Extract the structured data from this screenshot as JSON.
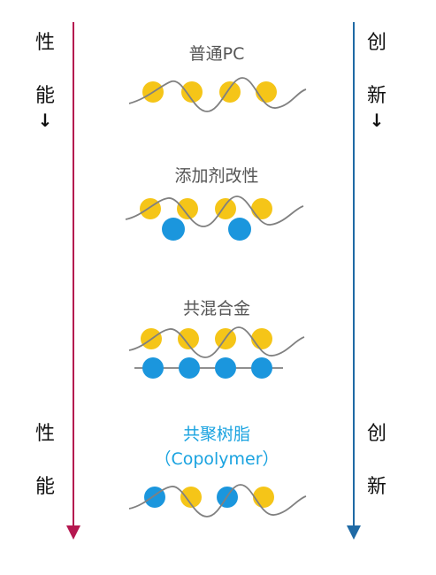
{
  "left_axis": {
    "top_label_1": "性",
    "top_label_2": "能",
    "top_arrow": "↓",
    "bottom_label_1": "性",
    "bottom_label_2": "能"
  },
  "right_axis": {
    "top_label_1": "创",
    "top_label_2": "新",
    "top_arrow": "↓",
    "bottom_label_1": "创",
    "bottom_label_2": "新"
  },
  "stages": [
    {
      "title": "普通PC"
    },
    {
      "title": "添加剂改性"
    },
    {
      "title": "共混合金"
    },
    {
      "title": "共聚树脂",
      "subtitle": "（Copolymer）"
    }
  ],
  "colors": {
    "left_line": "#b5174f",
    "right_line": "#1f6aa5",
    "yellow_bead": "#f5c518",
    "blue_bead": "#1b96dd",
    "chain": "#808080",
    "highlight_text": "#1aa3e0"
  }
}
